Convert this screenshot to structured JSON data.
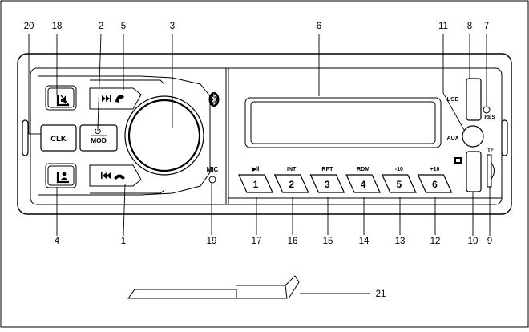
{
  "callouts": {
    "n1": "1",
    "n2": "2",
    "n3": "3",
    "n4": "4",
    "n5": "5",
    "n6": "6",
    "n7": "7",
    "n8": "8",
    "n9": "9",
    "n10": "10",
    "n11": "11",
    "n12": "12",
    "n13": "13",
    "n14": "14",
    "n15": "15",
    "n16": "16",
    "n17": "17",
    "n18": "18",
    "n19": "19",
    "n20": "20",
    "n21": "21"
  },
  "buttons": {
    "clk": "CLK",
    "mod": "MOD",
    "mic": "MIC",
    "usb": "USB",
    "aux": "AUX",
    "res": "RES",
    "tf": "TF",
    "presets": [
      "1",
      "2",
      "3",
      "4",
      "5",
      "6"
    ],
    "preset_functions": [
      "▶‖",
      "INT",
      "RPT",
      "RDM",
      "-10",
      "+10"
    ]
  },
  "icons": {
    "mute": "speaker-mute-icon",
    "next": "next-track-icon",
    "prev": "prev-track-icon",
    "answer": "phone-answer-icon",
    "hangup": "phone-hangup-icon",
    "power": "power-icon",
    "voice": "voice-assistant-icon",
    "bluetooth": "bluetooth-icon"
  },
  "colors": {
    "line": "#000000",
    "fill": "#ffffff"
  }
}
